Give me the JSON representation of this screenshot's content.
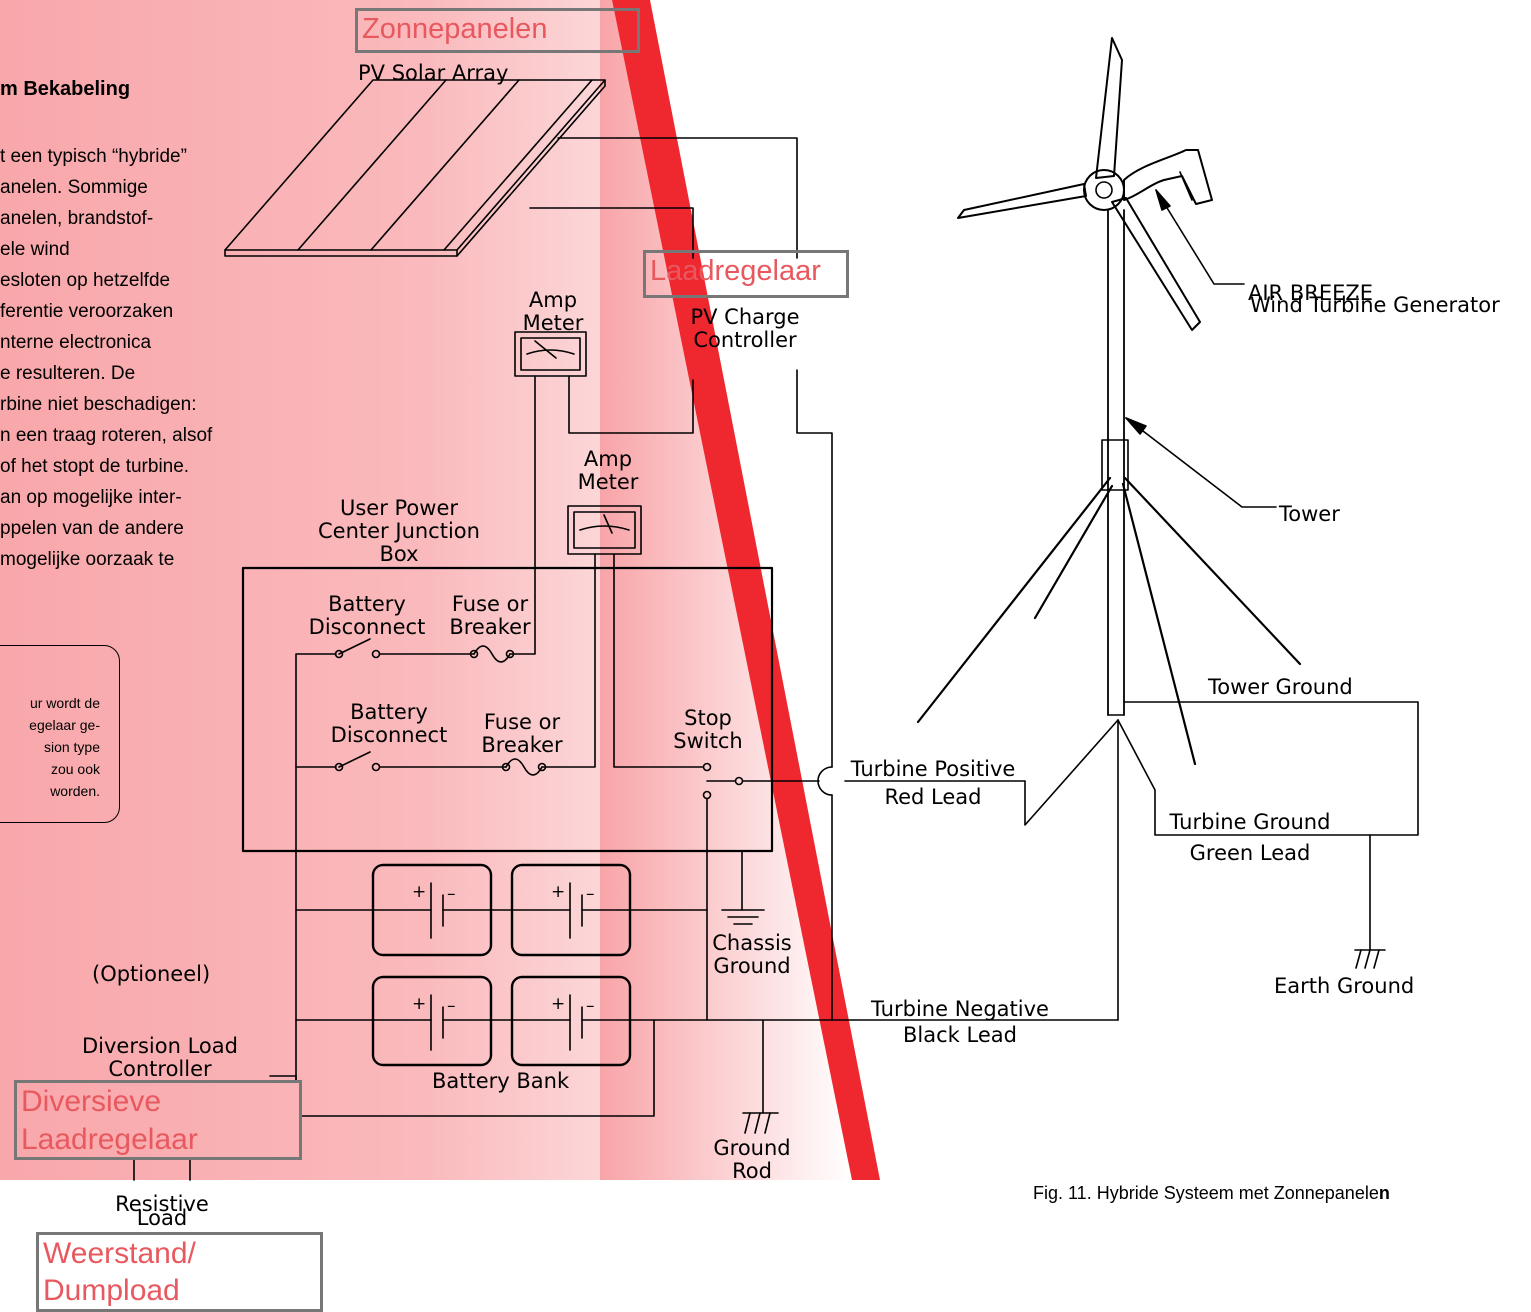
{
  "left_article": {
    "heading_fragment": "m Bekabeling",
    "paragraph_lines": [
      "t een typisch “hybride”",
      "anelen. Sommige",
      "anelen, brandstof-",
      "ele wind",
      "esloten op hetzelfde",
      "ferentie veroorzaken",
      "nterne electronica",
      "e resulteren. De",
      "rbine niet beschadigen:",
      "n een traag roteren, alsof",
      "of het stopt de turbine.",
      "an op mogelijke inter-",
      "ppelen van de andere",
      "mogelijke oorzaak te"
    ],
    "note_lines": [
      "ur wordt de",
      "egelaar ge-",
      "sion type",
      "zou ook",
      "worden."
    ]
  },
  "translations": {
    "zonnepanelen": "Zonnepanelen",
    "laadregelaar": "Laadregelaar",
    "diversieve": "Diversieve",
    "diversieve_2": "Laadregelaar",
    "weerstand": "Weerstand/",
    "dumpload": "Dumpload"
  },
  "labels": {
    "pv_solar_array": "PV Solar Array",
    "amp_meter_1a": "Amp",
    "amp_meter_1b": "Meter",
    "pv_charge_1": "PV Charge",
    "pv_charge_2": "Controller",
    "amp_meter_2a": "Amp",
    "amp_meter_2b": "Meter",
    "user_power_1": "User Power",
    "user_power_2": "Center Junction",
    "user_power_3": "Box",
    "battery_disc_1a": "Battery",
    "battery_disc_1b": "Disconnect",
    "fuse_1a": "Fuse or",
    "fuse_1b": "Breaker",
    "battery_disc_2a": "Battery",
    "battery_disc_2b": "Disconnect",
    "fuse_2a": "Fuse or",
    "fuse_2b": "Breaker",
    "stop_1": "Stop",
    "stop_2": "Switch",
    "turbine_pos_1": "Turbine Positive",
    "turbine_pos_2": "Red Lead",
    "chassis_1": "Chassis",
    "chassis_2": "Ground",
    "optioneel": "(Optioneel)",
    "diversion_1": "Diversion Load",
    "diversion_2": "Controller",
    "battery_bank": "Battery Bank",
    "turbine_neg_1": "Turbine Negative",
    "turbine_neg_2": "Black Lead",
    "ground_rod_1": "Ground",
    "ground_rod_2": "Rod",
    "resistive_1": "Resistive",
    "resistive_2": "Load",
    "air_breeze": "AIR BREEZE",
    "wind_gen": "Wind Turbine Generator",
    "tower": "Tower",
    "tower_ground": "Tower Ground",
    "turbine_ground_1": "Turbine Ground",
    "turbine_ground_2": "Green Lead",
    "earth_ground": "Earth Ground",
    "plus": "+",
    "minus": "–"
  },
  "caption": {
    "main": "Fig. 11. Hybride Systeem met Zonnepanele",
    "bold_tail": "n"
  },
  "colors": {
    "watermark": "#ee1c25",
    "translation_text": "#e8595f",
    "box_border": "#777777"
  }
}
